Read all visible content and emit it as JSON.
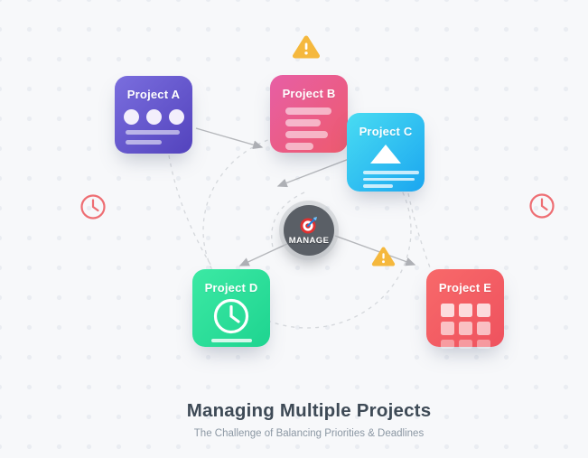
{
  "diagram": {
    "hub": {
      "label": "MANAGE",
      "icon": "dartboard-target"
    },
    "projects": [
      {
        "id": "a",
        "label": "Project A",
        "color_from": "#7a6ede",
        "color_to": "#5343bd",
        "icon": "dots-and-text-lines"
      },
      {
        "id": "b",
        "label": "Project B",
        "color_from": "#e75fa5",
        "color_to": "#ee5a6e",
        "icon": "text-bars"
      },
      {
        "id": "c",
        "label": "Project C",
        "color_from": "#49dcf2",
        "color_to": "#1ba6f0",
        "icon": "upload-triangle-and-text-lines"
      },
      {
        "id": "d",
        "label": "Project D",
        "color_from": "#3ce9a4",
        "color_to": "#1ed490",
        "icon": "clock"
      },
      {
        "id": "e",
        "label": "Project E",
        "color_from": "#f8696a",
        "color_to": "#ee525e",
        "icon": "calendar-grid"
      }
    ],
    "warning_icons": 2,
    "clock_icons": 2
  },
  "footer": {
    "title": "Managing Multiple Projects",
    "subtitle": "The Challenge of Balancing Priorities & Deadlines"
  },
  "colors": {
    "background": "#f7f8fa",
    "dot_pattern": "#eaedf2",
    "arrow": "#b5b7bb",
    "dashed_line": "#d5d8dc",
    "warning": "#f5b83d",
    "clock_accent": "#ee6e73",
    "hub_background": "#5a5f66",
    "title_text": "#3e4a56",
    "subtitle_text": "#8b97a3"
  }
}
